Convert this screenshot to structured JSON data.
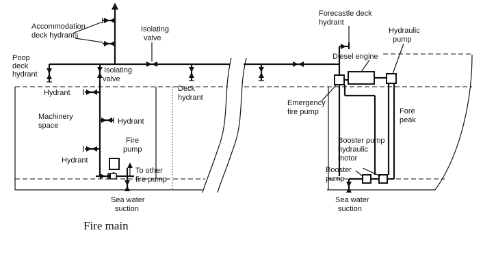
{
  "caption": "Fire main",
  "labels": {
    "accommodation_hydrants_1": "Accommodation",
    "accommodation_hydrants_2": "deck hydrants",
    "isolating_valve_top_1": "Isolating",
    "isolating_valve_top_2": "valve",
    "poop_1": "Poop",
    "poop_2": "deck",
    "poop_3": "hydrant",
    "isolating_valve_mid_1": "Isolating",
    "isolating_valve_mid_2": "valve",
    "hydrant_left_upper": "Hydrant",
    "deck_hydrant_1": "Deck",
    "deck_hydrant_2": "hydrant",
    "machinery_1": "Machinery",
    "machinery_2": "space",
    "hydrant_center": "Hydrant",
    "fire_pump_1": "Fire",
    "fire_pump_2": "pump",
    "hydrant_left_lower": "Hydrant",
    "to_other_1": "To other",
    "to_other_2": "fire pump",
    "sea_suction_left_1": "Sea water",
    "sea_suction_left_2": "suction",
    "forecastle_1": "Forecastle deck",
    "forecastle_2": "hydrant",
    "hydraulic_pump_1": "Hydraulic",
    "hydraulic_pump_2": "pump",
    "diesel_engine": "Diesel engine",
    "emergency_1": "Emergency",
    "emergency_2": "fire pump",
    "fore_peak_1": "Fore",
    "fore_peak_2": "peak",
    "booster_motor_1": "Booster pump",
    "booster_motor_2": "hydraulic",
    "booster_motor_3": "motor",
    "booster_pump_1": "Booster",
    "booster_pump_2": "pump",
    "sea_suction_right_1": "Sea water",
    "sea_suction_right_2": "suction"
  }
}
